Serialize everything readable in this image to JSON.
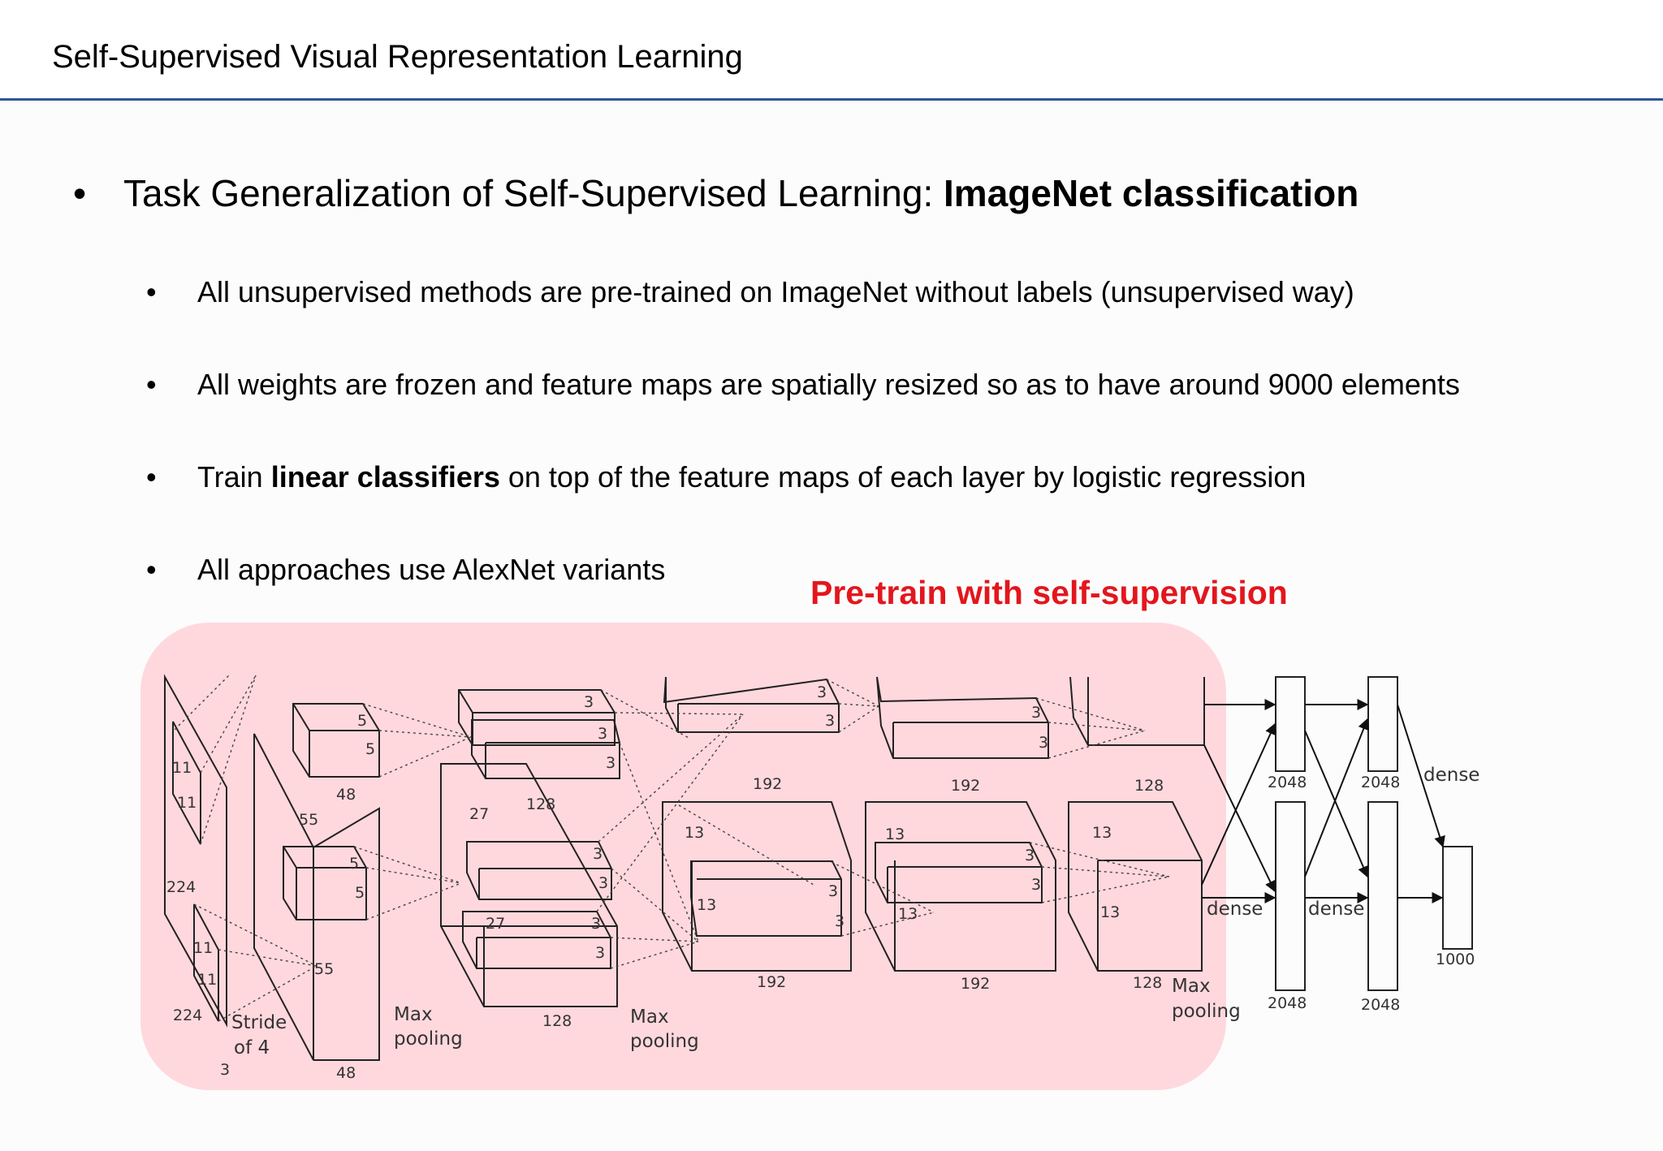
{
  "header": {
    "title": "Self-Supervised Visual Representation Learning",
    "rule_color": "#2f5597"
  },
  "main_bullet": {
    "text": "Task Generalization of Self-Supervised Learning: ",
    "bold": "ImageNet classification"
  },
  "sub_bullets": [
    {
      "pre": "All unsupervised methods are pre-trained on ImageNet without labels (unsupervised way)",
      "bold": "",
      "post": ""
    },
    {
      "pre": "All weights are frozen and feature maps are spatially resized so as to have around 9000 elements",
      "bold": "",
      "post": ""
    },
    {
      "pre": "Train ",
      "bold": "linear classifiers",
      "post": " on top of the feature maps of each layer by logistic regression"
    },
    {
      "pre": "All approaches use AlexNet variants",
      "bold": "",
      "post": ""
    }
  ],
  "highlight": {
    "label": "Pre-train with self-supervision",
    "label_color": "#e3161d",
    "fill_color": "#ffd8dd"
  },
  "diagram": {
    "name": "AlexNet",
    "input": {
      "size1": "224",
      "size2": "224",
      "channels": "3",
      "kernel1": "11",
      "kernel2": "11",
      "stride": "Stride",
      "stride_of": "of 4"
    },
    "conv1": {
      "size": "55",
      "size_lower": "55",
      "depth": "48",
      "depth_lower": "48",
      "k": "5"
    },
    "conv2": {
      "size": "27",
      "size_lower": "27",
      "depth": "128",
      "depth_lower": "128",
      "k": "3"
    },
    "conv3": {
      "size": "13",
      "depth": "192",
      "k": "3"
    },
    "conv4": {
      "size": "13",
      "depth": "192",
      "k": "3"
    },
    "conv5": {
      "size": "13",
      "depth": "128",
      "k": "3"
    },
    "pool_word1": "Max",
    "pool_word2": "pooling",
    "fc": {
      "label": "dense",
      "units": "2048",
      "out": "1000"
    }
  }
}
